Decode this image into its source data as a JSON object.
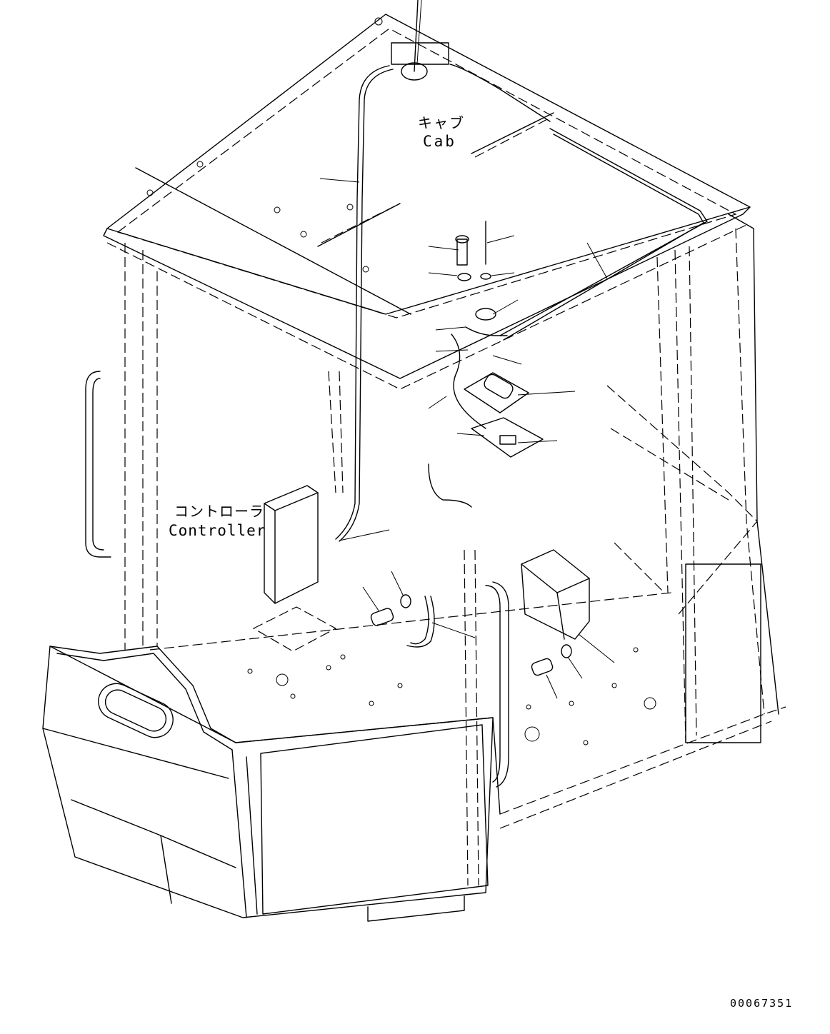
{
  "labels": {
    "cab_jp": "キャブ",
    "cab_en": "Cab",
    "controller_jp": "コントローラ",
    "controller_en": "Controller"
  },
  "drawing_number": "00067351",
  "colors": {
    "line": "#000000",
    "background": "#ffffff"
  }
}
